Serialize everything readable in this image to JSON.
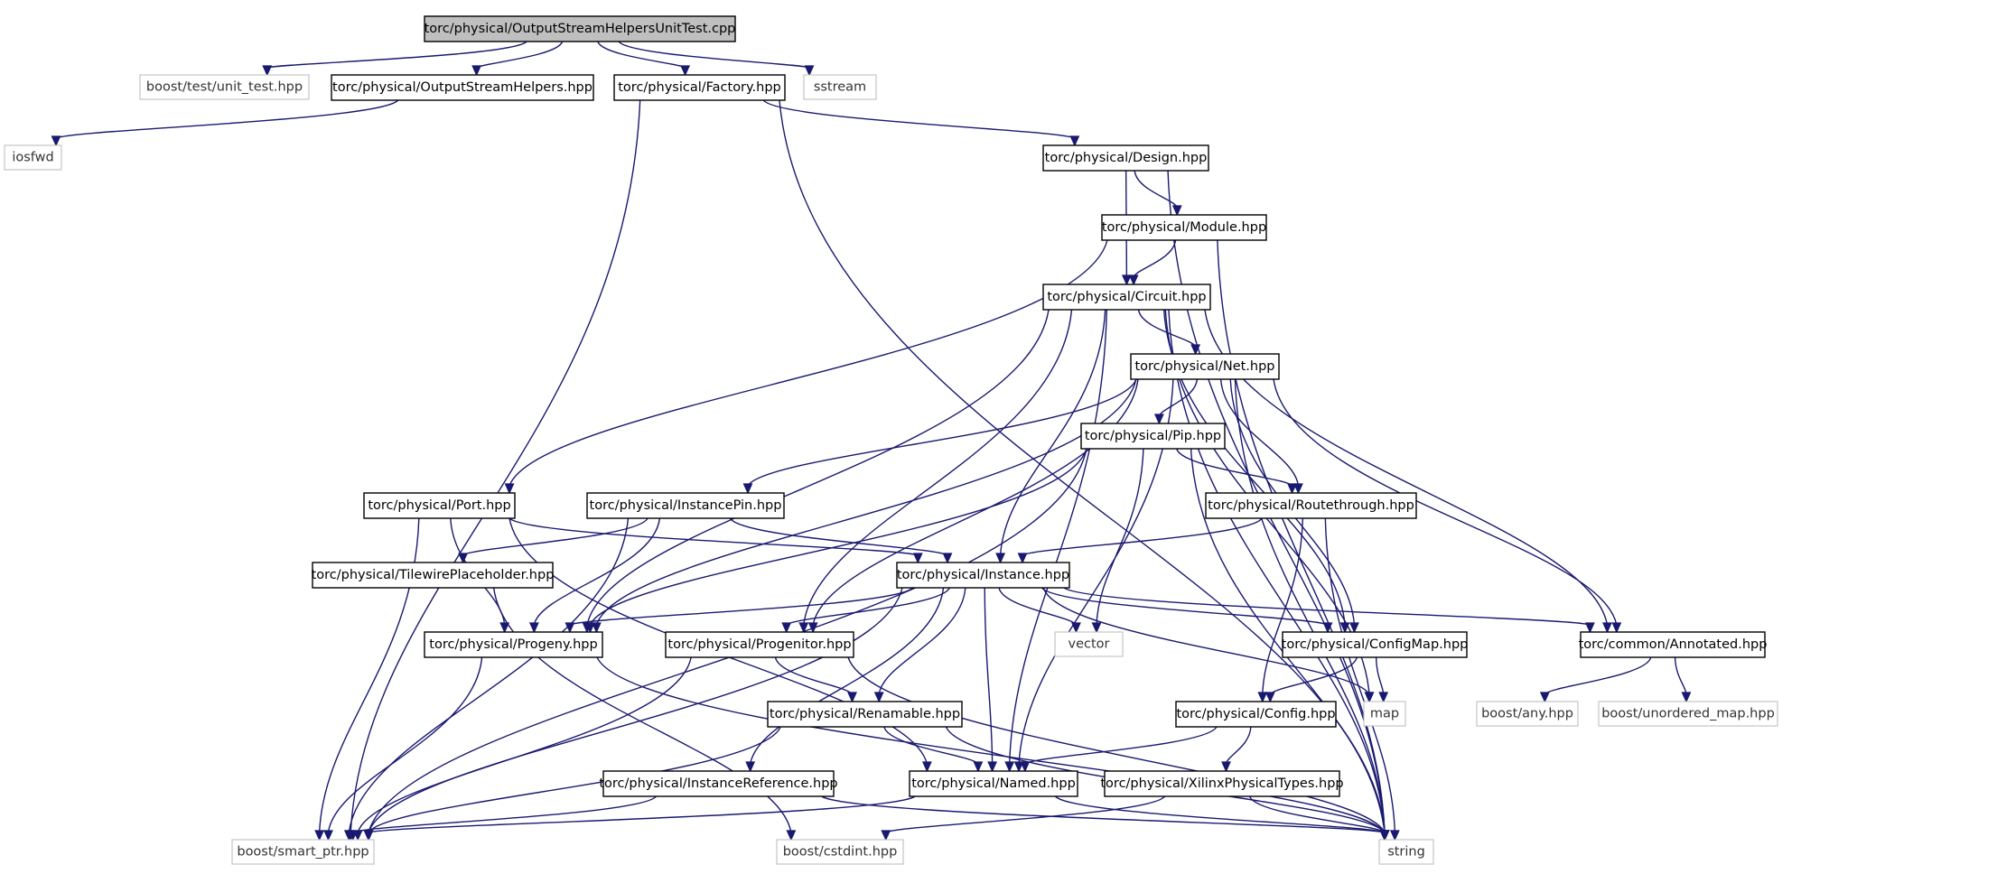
{
  "colors": {
    "edge": "#191970",
    "root_fill": "#bfbfbf",
    "system_border": "#bfbfbf",
    "node_border": "#000000"
  },
  "nodes": [
    {
      "id": "root",
      "label": "torc/physical/OutputStreamHelpersUnitTest.cpp",
      "kind": "root"
    },
    {
      "id": "unit_test",
      "label": "boost/test/unit_test.hpp",
      "kind": "system"
    },
    {
      "id": "osh",
      "label": "torc/physical/OutputStreamHelpers.hpp",
      "kind": "include"
    },
    {
      "id": "factory",
      "label": "torc/physical/Factory.hpp",
      "kind": "include"
    },
    {
      "id": "sstream",
      "label": "sstream",
      "kind": "system"
    },
    {
      "id": "iosfwd",
      "label": "iosfwd",
      "kind": "system"
    },
    {
      "id": "design",
      "label": "torc/physical/Design.hpp",
      "kind": "include"
    },
    {
      "id": "module",
      "label": "torc/physical/Module.hpp",
      "kind": "include"
    },
    {
      "id": "circuit",
      "label": "torc/physical/Circuit.hpp",
      "kind": "include"
    },
    {
      "id": "net",
      "label": "torc/physical/Net.hpp",
      "kind": "include"
    },
    {
      "id": "pip",
      "label": "torc/physical/Pip.hpp",
      "kind": "include"
    },
    {
      "id": "port",
      "label": "torc/physical/Port.hpp",
      "kind": "include"
    },
    {
      "id": "instpin",
      "label": "torc/physical/InstancePin.hpp",
      "kind": "include"
    },
    {
      "id": "routethrough",
      "label": "torc/physical/Routethrough.hpp",
      "kind": "include"
    },
    {
      "id": "tileplace",
      "label": "torc/physical/TilewirePlaceholder.hpp",
      "kind": "include"
    },
    {
      "id": "instance",
      "label": "torc/physical/Instance.hpp",
      "kind": "include"
    },
    {
      "id": "progeny",
      "label": "torc/physical/Progeny.hpp",
      "kind": "include"
    },
    {
      "id": "progenitor",
      "label": "torc/physical/Progenitor.hpp",
      "kind": "include"
    },
    {
      "id": "vector",
      "label": "vector",
      "kind": "system"
    },
    {
      "id": "configmap",
      "label": "torc/physical/ConfigMap.hpp",
      "kind": "include"
    },
    {
      "id": "annotated",
      "label": "torc/common/Annotated.hpp",
      "kind": "include"
    },
    {
      "id": "renamable",
      "label": "torc/physical/Renamable.hpp",
      "kind": "include"
    },
    {
      "id": "config",
      "label": "torc/physical/Config.hpp",
      "kind": "include"
    },
    {
      "id": "map",
      "label": "map",
      "kind": "system"
    },
    {
      "id": "any",
      "label": "boost/any.hpp",
      "kind": "system"
    },
    {
      "id": "unordered",
      "label": "boost/unordered_map.hpp",
      "kind": "system"
    },
    {
      "id": "instref",
      "label": "torc/physical/InstanceReference.hpp",
      "kind": "include"
    },
    {
      "id": "named",
      "label": "torc/physical/Named.hpp",
      "kind": "include"
    },
    {
      "id": "xilinx",
      "label": "torc/physical/XilinxPhysicalTypes.hpp",
      "kind": "include"
    },
    {
      "id": "smartptr",
      "label": "boost/smart_ptr.hpp",
      "kind": "system"
    },
    {
      "id": "cstdint",
      "label": "boost/cstdint.hpp",
      "kind": "system"
    },
    {
      "id": "string",
      "label": "string",
      "kind": "system"
    }
  ],
  "edges": [
    [
      "root",
      "unit_test"
    ],
    [
      "root",
      "osh"
    ],
    [
      "root",
      "factory"
    ],
    [
      "root",
      "sstream"
    ],
    [
      "osh",
      "iosfwd"
    ],
    [
      "factory",
      "smartptr"
    ],
    [
      "factory",
      "design"
    ],
    [
      "factory",
      "string"
    ],
    [
      "design",
      "module"
    ],
    [
      "design",
      "circuit"
    ],
    [
      "design",
      "string"
    ],
    [
      "module",
      "port"
    ],
    [
      "module",
      "circuit"
    ],
    [
      "module",
      "string"
    ],
    [
      "circuit",
      "progeny"
    ],
    [
      "circuit",
      "progenitor"
    ],
    [
      "circuit",
      "instance"
    ],
    [
      "circuit",
      "named"
    ],
    [
      "circuit",
      "net"
    ],
    [
      "circuit",
      "configmap"
    ],
    [
      "circuit",
      "map"
    ],
    [
      "circuit",
      "annotated"
    ],
    [
      "circuit",
      "string"
    ],
    [
      "net",
      "instpin"
    ],
    [
      "net",
      "progeny"
    ],
    [
      "net",
      "progenitor"
    ],
    [
      "net",
      "pip"
    ],
    [
      "net",
      "named"
    ],
    [
      "net",
      "routethrough"
    ],
    [
      "net",
      "configmap"
    ],
    [
      "net",
      "annotated"
    ],
    [
      "net",
      "string"
    ],
    [
      "pip",
      "smartptr"
    ],
    [
      "pip",
      "progeny"
    ],
    [
      "pip",
      "vector"
    ],
    [
      "pip",
      "routethrough"
    ],
    [
      "pip",
      "string"
    ],
    [
      "port",
      "smartptr"
    ],
    [
      "port",
      "named"
    ],
    [
      "port",
      "progeny"
    ],
    [
      "port",
      "instance"
    ],
    [
      "instpin",
      "smartptr"
    ],
    [
      "instpin",
      "tileplace"
    ],
    [
      "instpin",
      "progeny"
    ],
    [
      "instpin",
      "instance"
    ],
    [
      "routethrough",
      "instance"
    ],
    [
      "routethrough",
      "config"
    ],
    [
      "routethrough",
      "string"
    ],
    [
      "tileplace",
      "cstdint"
    ],
    [
      "instance",
      "smartptr"
    ],
    [
      "instance",
      "progeny"
    ],
    [
      "instance",
      "progenitor"
    ],
    [
      "instance",
      "instref"
    ],
    [
      "instance",
      "renamable"
    ],
    [
      "instance",
      "named"
    ],
    [
      "instance",
      "vector"
    ],
    [
      "instance",
      "map"
    ],
    [
      "instance",
      "configmap"
    ],
    [
      "instance",
      "annotated"
    ],
    [
      "progeny",
      "smartptr"
    ],
    [
      "progeny",
      "string"
    ],
    [
      "progenitor",
      "smartptr"
    ],
    [
      "progenitor",
      "renamable"
    ],
    [
      "progenitor",
      "string"
    ],
    [
      "configmap",
      "config"
    ],
    [
      "configmap",
      "map"
    ],
    [
      "annotated",
      "any"
    ],
    [
      "annotated",
      "unordered"
    ],
    [
      "renamable",
      "smartptr"
    ],
    [
      "renamable",
      "named"
    ],
    [
      "renamable",
      "string"
    ],
    [
      "config",
      "named"
    ],
    [
      "config",
      "xilinx"
    ],
    [
      "instref",
      "smartptr"
    ],
    [
      "instref",
      "string"
    ],
    [
      "named",
      "smartptr"
    ],
    [
      "named",
      "string"
    ],
    [
      "xilinx",
      "cstdint"
    ],
    [
      "xilinx",
      "string"
    ]
  ]
}
